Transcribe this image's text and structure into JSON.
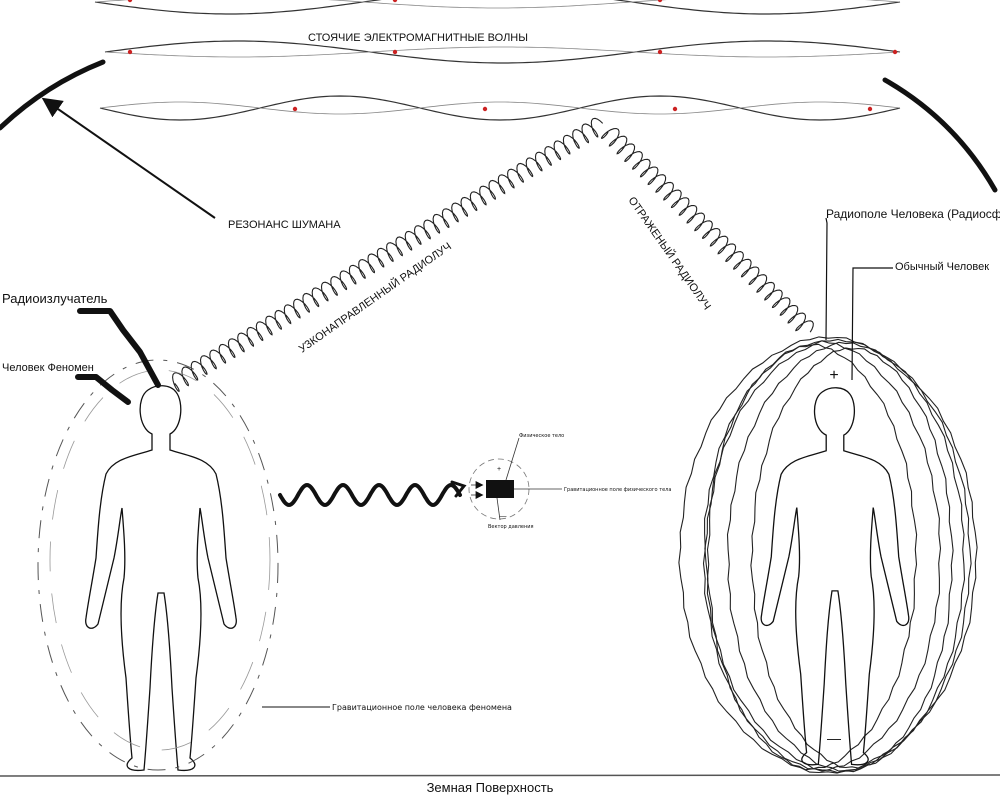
{
  "labels": {
    "standing_waves": "СТОЯЧИЕ ЭЛЕКТРОМАГНИТНЫЕ ВОЛНЫ",
    "schumann": "РЕЗОНАНС ШУМАНА",
    "narrow_beam": "УЗКОНАПРАВЛЕННЫЙ РАДИОЛУЧ",
    "reflected_beam": "ОТРАЖЕНЫЙ РАДИОЛУЧ",
    "radio_field": "Радиополе Человека (Радиосфера)",
    "ordinary_human": "Обычный Человек",
    "radio_emitter": "Радиоизлучатель",
    "phenomenon_human": "Человек Феномен",
    "physical_body": "Физическое тело",
    "gravity_field_body": "Гравитационное поле физического тела",
    "pressure_vector": "Вектор давления",
    "gravity_field_phenomenon": "Гравитационное поле человека феномена",
    "earth_surface": "Земная Поверхность"
  },
  "signs": {
    "plus": "+",
    "minus": "—",
    "small_plus": "+",
    "small_minus": "—"
  },
  "colors": {
    "wave_nodes": "#cc2222",
    "lines": "#111111"
  }
}
